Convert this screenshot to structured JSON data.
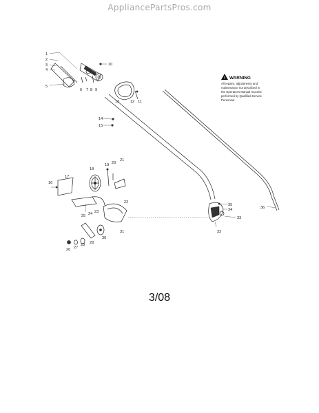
{
  "header": {
    "site": "AppliancePartsPros.com"
  },
  "warning": {
    "title": "WARNING",
    "lines": [
      "All repairs, adjustments and",
      "maintenance not described in",
      "the Operator's Manual must be",
      "performed by Qualified Service",
      "Personnel."
    ]
  },
  "page_number": "3/08",
  "callouts": [
    "1",
    "2",
    "3",
    "4",
    "5",
    "6",
    "7",
    "8",
    "9",
    "10",
    "11",
    "12",
    "13",
    "14",
    "15",
    "16",
    "17",
    "18",
    "19",
    "20",
    "21",
    "22",
    "23",
    "24",
    "25",
    "26",
    "27",
    "28",
    "29",
    "30",
    "31",
    "32",
    "33",
    "34",
    "35",
    "36"
  ]
}
